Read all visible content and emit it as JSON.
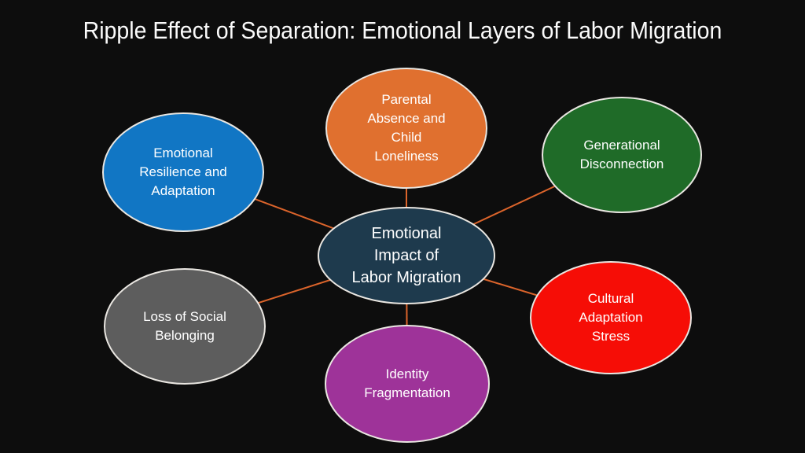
{
  "title": "Ripple Effect of Separation: Emotional Layers of Labor Migration",
  "colors": {
    "background": "#0d0d0d",
    "title_text": "#fbfbfb",
    "node_text": "#ffffff",
    "connector": "#db642b",
    "node_border": "#e9e6e1"
  },
  "center_node": {
    "label": "Emotional\nImpact of\nLabor Migration",
    "color": "#1e3a4d"
  },
  "nodes": {
    "top": {
      "label": "Parental\nAbsence and\nChild\nLoneliness",
      "color": "#e0702f"
    },
    "top_left": {
      "label": "Emotional\nResilience and\nAdaptation",
      "color": "#1176c4"
    },
    "top_right": {
      "label": "Generational\nDisconnection",
      "color": "#1f6b28"
    },
    "bottom_right": {
      "label": "Cultural\nAdaptation\nStress",
      "color": "#f60d06"
    },
    "bottom": {
      "label": "Identity\nFragmentation",
      "color": "#9e3399"
    },
    "bottom_left": {
      "label": "Loss of Social\nBelonging",
      "color": "#5d5d5d"
    }
  }
}
